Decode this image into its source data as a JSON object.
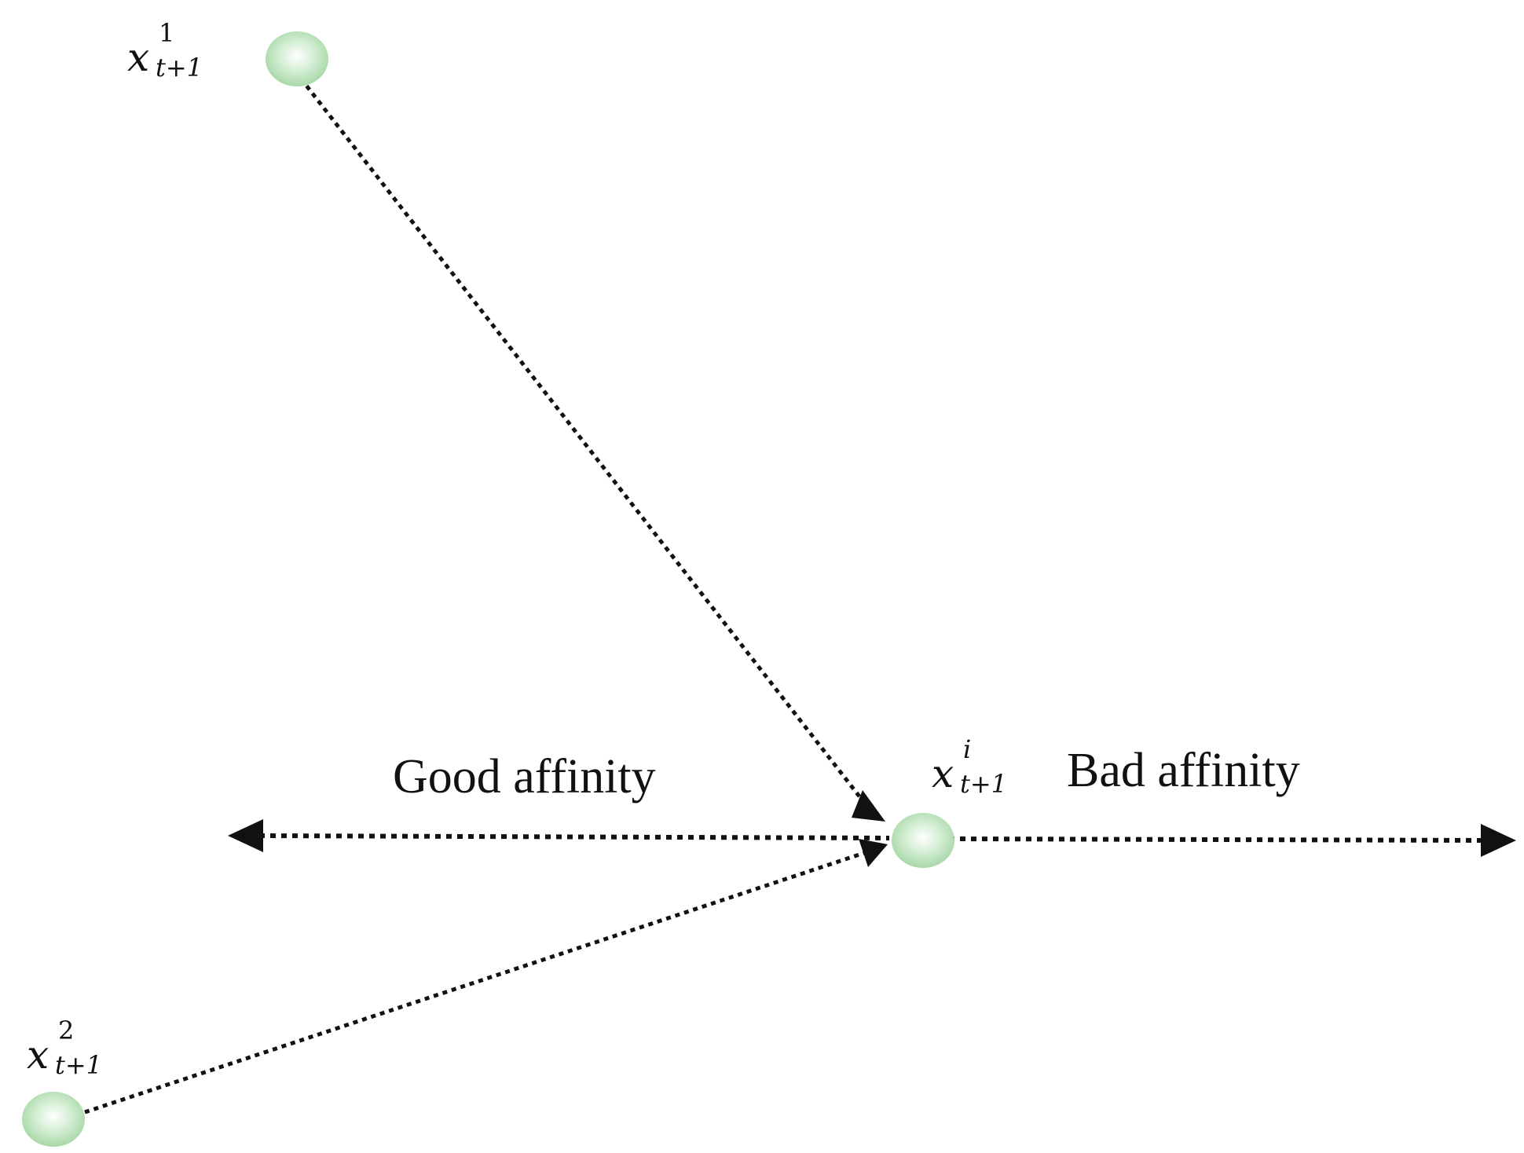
{
  "regions": {
    "good": "Good affinity",
    "bad": "Bad affinity"
  },
  "nodes": [
    {
      "id": "x1",
      "base": "x",
      "superscript": "1",
      "subscript": "t+1"
    },
    {
      "id": "x2",
      "base": "x",
      "superscript": "2",
      "subscript": "t+1"
    },
    {
      "id": "xi",
      "base": "x",
      "superscript": "i",
      "subscript": "t+1"
    }
  ],
  "colors": {
    "node_fill": "#c9ebc9",
    "node_edge": "#a9d9a9",
    "line": "#111111"
  }
}
